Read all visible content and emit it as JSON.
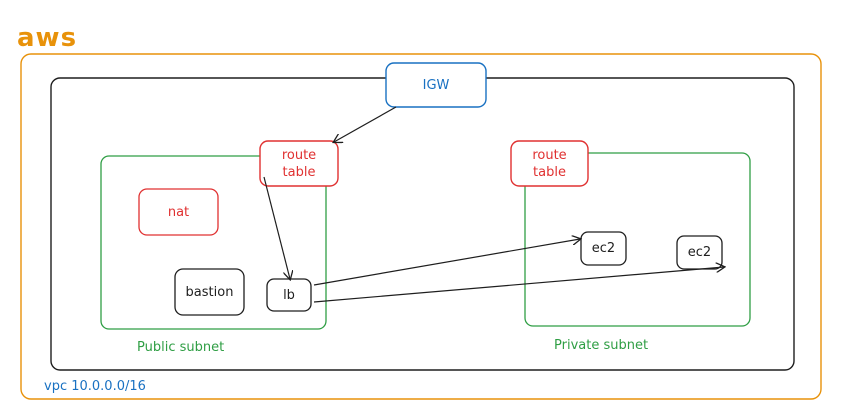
{
  "cloud": {
    "label": "aws"
  },
  "vpc": {
    "label": "vpc 10.0.0.0/16"
  },
  "igw": {
    "label": "IGW"
  },
  "public_subnet": {
    "label": "Public subnet",
    "route_table": "route\ntable",
    "nat": "nat",
    "bastion": "bastion",
    "lb": "lb"
  },
  "private_subnet": {
    "label": "Private subnet",
    "route_table": "route\ntable",
    "ec2_a": "ec2",
    "ec2_b": "ec2"
  },
  "colors": {
    "aws_orange": "#e8920a",
    "vpc_blue": "#1971c2",
    "subnet_green": "#2f9e44",
    "route_red": "#e03131",
    "black": "#1e1e1e"
  }
}
